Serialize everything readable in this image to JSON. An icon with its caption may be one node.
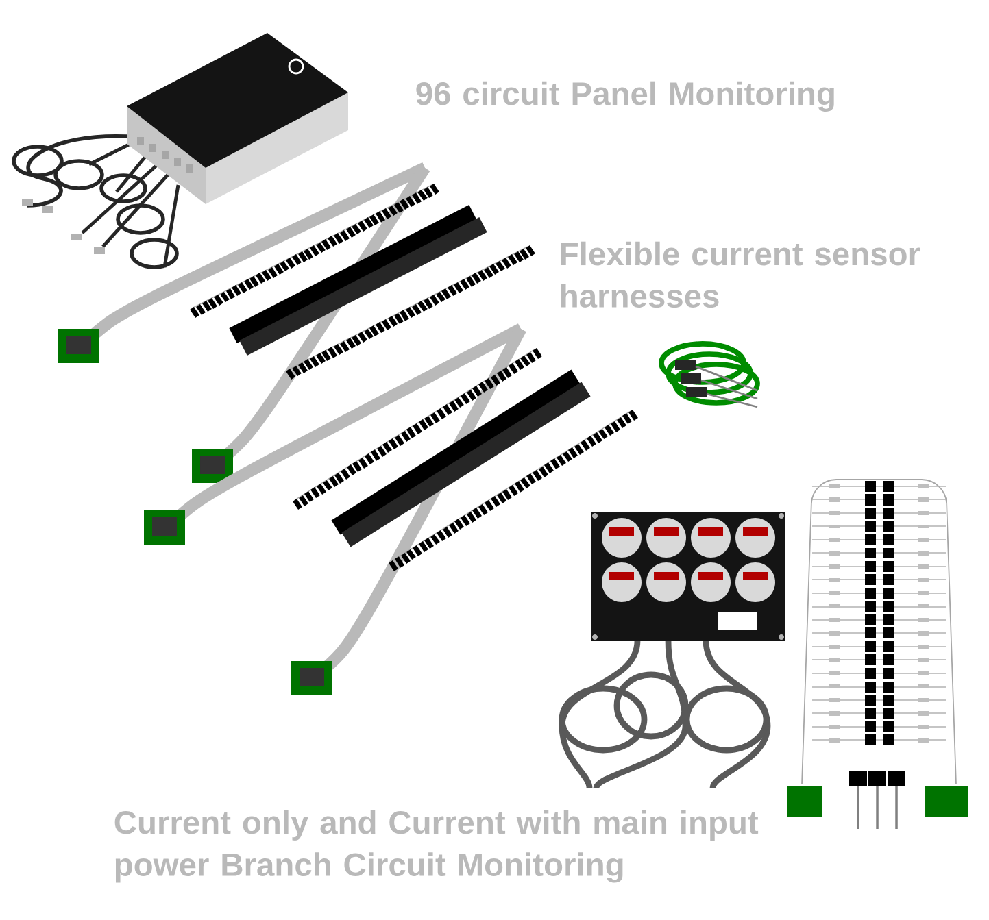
{
  "diagram": {
    "labels": [
      "96 circuit Panel Monitoring",
      "Flexible current sensor harnesses",
      "Current only and Current with main input power Branch Circuit Monitoring"
    ]
  }
}
